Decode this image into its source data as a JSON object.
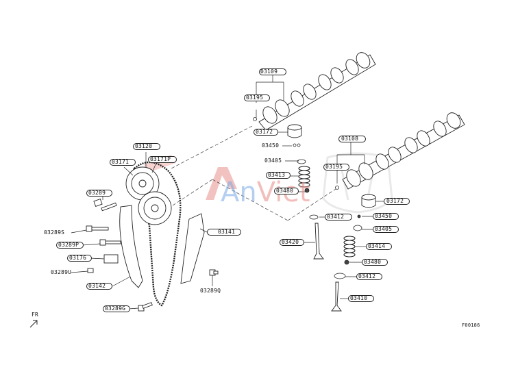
{
  "watermark": {
    "brand_a": "An",
    "brand_b": "Viet"
  },
  "labels": {
    "p03109": "03109",
    "p03195a": "03195",
    "p03172a": "03172",
    "p03450a": "03450",
    "p03405a": "03405",
    "p03413": "03413",
    "p03480a": "03480",
    "p03108": "03108",
    "p03195b": "03195",
    "p03172b": "03172",
    "p03412a": "03412",
    "p03450b": "03450",
    "p03405b": "03405",
    "p03420": "03420",
    "p03414": "03414",
    "p03480b": "03480",
    "p03412b": "03412",
    "p03410": "03410",
    "p03120": "03120",
    "p03171": "03171",
    "p03171p": "03171P",
    "p03289": "03289",
    "p03289s": "03289S",
    "p03289p": "03289P",
    "p03176": "03176",
    "p03289u": "03289U",
    "p03142": "03142",
    "p03141": "03141",
    "p03289q": "03289Q",
    "p03289g": "03289G"
  },
  "direction_label": "FR",
  "figure_code": "F00186"
}
